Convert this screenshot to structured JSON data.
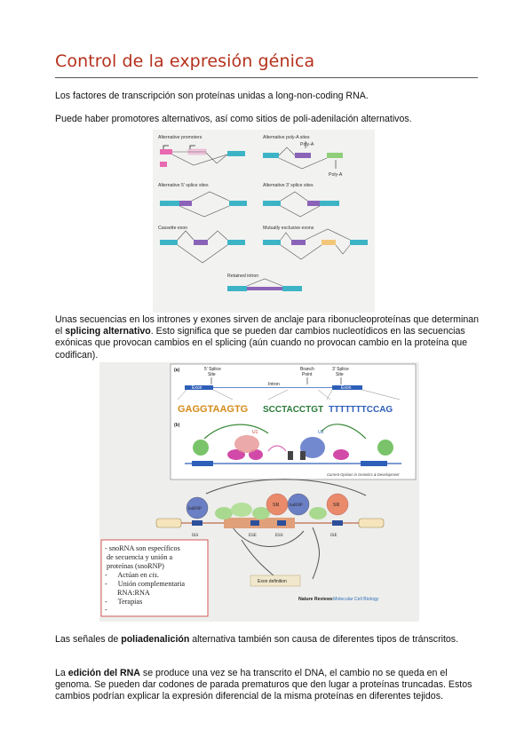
{
  "document": {
    "title": "Control de la expresión génica",
    "paragraphs": {
      "p1": "Los factores de transcripción son proteínas unidas a long-non-coding RNA.",
      "p2": "Puede haber promotores alternativos, así como sitios de poli-adenilación alternativos.",
      "p3_before": "Unas secuencias en los intrones y exones sirven de anclaje para ribonucleoproteínas que determinan el ",
      "p3_bold": "splicing alternativo",
      "p3_after": ". Esto significa que se pueden dar cambios nucleotídicos en las secuencias exónicas que provocan cambios en el splicing (aún cuando no provocan cambio en la proteína que codifican).",
      "p4_before": "Las señales de ",
      "p4_bold": "poliadenalición",
      "p4_after": " alternativa también son causa de diferentes tipos de tránscritos.",
      "p5_before": "La ",
      "p5_bold": "edición del RNA",
      "p5_after": " se produce una vez se ha transcrito el DNA, el cambio no se queda en el genoma. Se pueden dar codones de parada prematuros que den lugar a proteínas truncadas. Estos cambios podrían explicar la expresión diferencial de la misma proteínas en diferentes tejidos."
    }
  },
  "figure1": {
    "labels": {
      "alt_promoters": "Alternative promoters",
      "alt_polya": "Alternative poly-A sites",
      "polya_top": "Poly-A",
      "polya_bottom": "Poly-A",
      "alt5": "Alternative 5′ splice sites",
      "alt3": "Alternative 3′ splice sites",
      "cassette": "Cassette exon",
      "mutually": "Mutually exclusive exons",
      "retained": "Retained intron"
    },
    "colors": {
      "teal": "#3db4c6",
      "purple": "#8a63b8",
      "pink": "#e86ab0",
      "green": "#8fce7a",
      "orange": "#f2c77a"
    }
  },
  "figure2": {
    "panel_a": {
      "tag": "(a)",
      "five_splice": "5′ Splice",
      "five_site": "Site",
      "branch": "Branch",
      "point": "Point",
      "three_splice": "3′ Splice",
      "three_site": "Site",
      "intron": "Intron",
      "exon_left": "Exon",
      "exon_right": "Exon",
      "logo1": "GAGGTAAGTG",
      "logo2": "SCCTACCTGT",
      "logo3": "TTTTTTTCCAG"
    },
    "panel_b": {
      "tag": "(b)",
      "u1": "U1",
      "u2": "U2",
      "credit": "Current Opinion in Genetics & Development"
    },
    "lower": {
      "hnrnp": "hnRNP",
      "sr": "SR",
      "iss_left": "ISS",
      "ese": "ESE",
      "ess": "ESS",
      "ise": "ISE",
      "exon_def": "Exon definition",
      "nature": "Nature Reviews",
      "journal": "Molecular Cell Biology"
    },
    "note": {
      "line1": "- snoRNA son específicos",
      "line2": "de secuencia y unión a",
      "line3": "proteínas (snoRNP)",
      "line4_prefix": "- ",
      "line4": "Actúan en ",
      "line4_it": "cis",
      "line4_end": ".",
      "line5": "- ",
      "line5b": "Unión complementaria",
      "line6": "RNA:RNA",
      "line7": "- ",
      "line7b": "Terapias",
      "line8": "-"
    }
  }
}
